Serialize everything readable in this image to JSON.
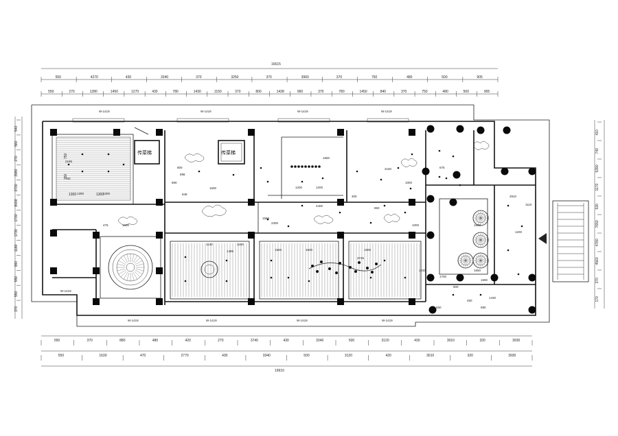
{
  "dimensions": {
    "top_total": "16615",
    "top_row1": [
      "550",
      "4270",
      "430",
      "3340",
      "370",
      "3250",
      "370",
      "3960",
      "370",
      "750",
      "480",
      "500",
      "905"
    ],
    "top_row2": [
      "550",
      "270",
      "1280",
      "1450",
      "1270",
      "430",
      "780",
      "1430",
      "1150",
      "370",
      "800",
      "1438",
      "960",
      "370",
      "780",
      "1450",
      "840",
      "370",
      "750",
      "480",
      "500",
      "905"
    ],
    "bottom_row1": [
      "550",
      "370",
      "880",
      "480",
      "420",
      "270",
      "3740",
      "430",
      "3340",
      "500",
      "3120",
      "430",
      "3010",
      "320",
      "3930"
    ],
    "bottom_row2": [
      "550",
      "1630",
      "470",
      "2770",
      "430",
      "3340",
      "500",
      "3120",
      "420",
      "3010",
      "320",
      "3930"
    ],
    "bottom_total": "19910",
    "left_outer": [
      "540",
      "560",
      "270",
      "3980",
      "3730",
      "8000",
      "1730",
      "1730",
      "1180",
      "960",
      "550",
      "550",
      "370"
    ],
    "right_outer": [
      "410",
      "740",
      "5390",
      "1170",
      "530",
      "7650",
      "4780",
      "4560",
      "370",
      "170"
    ]
  },
  "labels": {
    "room_a": "传菜梯",
    "room_b": "传菜梯"
  },
  "interior_dims": [
    "2195",
    "750",
    "1300",
    "1300",
    "898",
    "800",
    "890",
    "1500",
    "948",
    "1650",
    "1200",
    "1200",
    "2400",
    "1580",
    "2300",
    "2150",
    "850",
    "1000",
    "300",
    "675",
    "1000",
    "1600",
    "475",
    "1130",
    "1150",
    "1485",
    "1500",
    "1500",
    "1500",
    "3745",
    "1700",
    "1650",
    "1590",
    "1030",
    "1200",
    "1580",
    "1110",
    "2910",
    "900",
    "650",
    "1430",
    "680",
    "450"
  ]
}
